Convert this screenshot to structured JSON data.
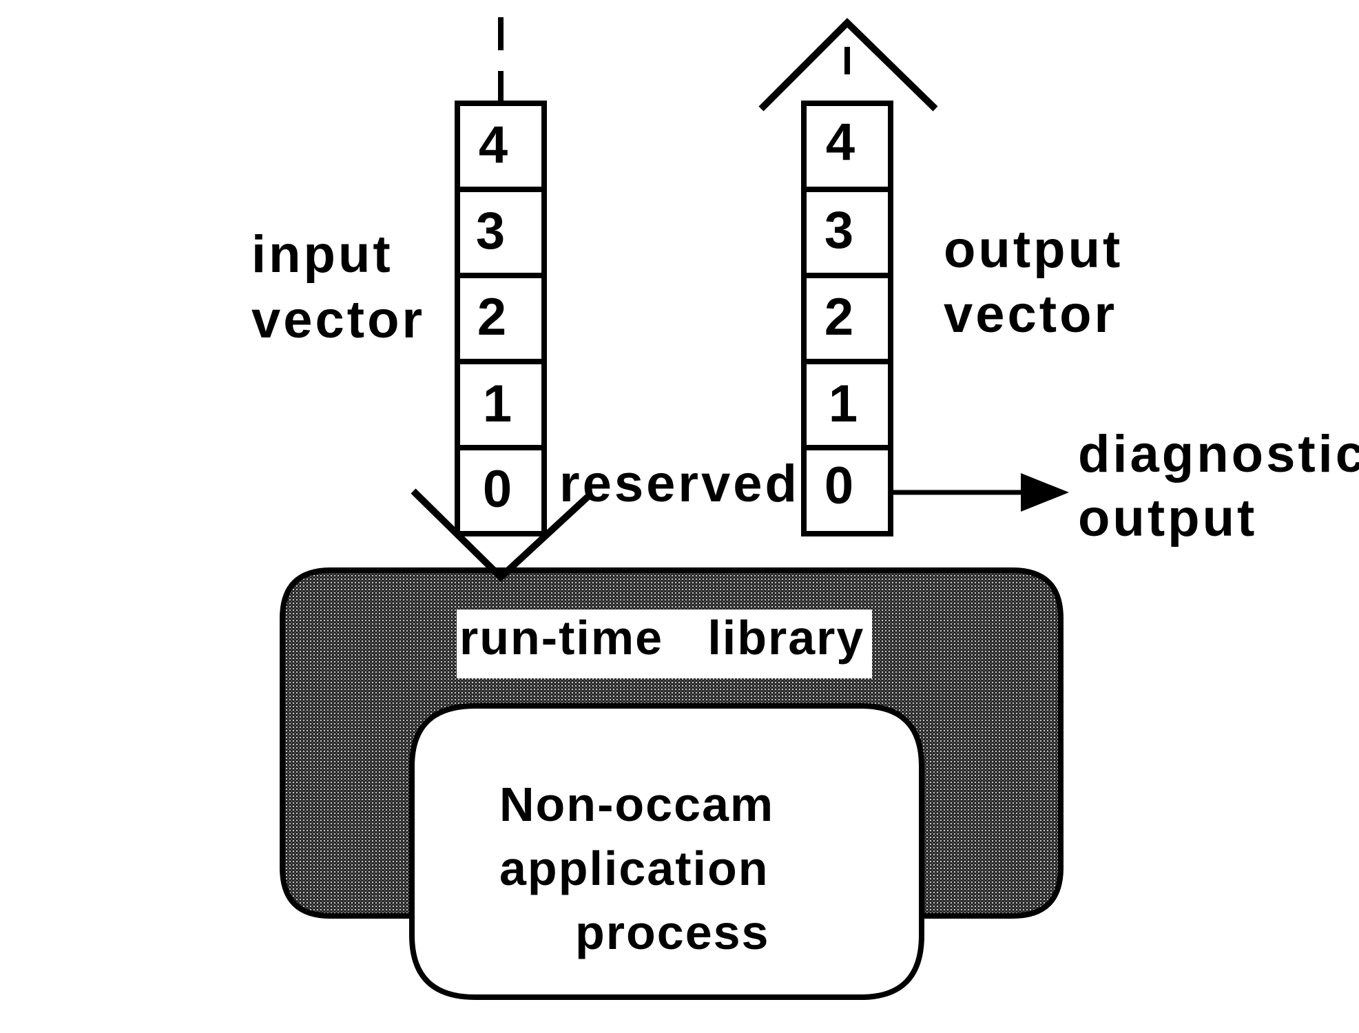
{
  "diagram": {
    "input_vector": {
      "label_line1": "input",
      "label_line2": "vector",
      "cells": [
        "4",
        "3",
        "2",
        "1",
        "0"
      ],
      "reserved_label": "reserved"
    },
    "output_vector": {
      "label_line1": "output",
      "label_line2": "vector",
      "cells": [
        "4",
        "3",
        "2",
        "1",
        "0"
      ]
    },
    "diagnostic": {
      "line1": "diagnostic",
      "line2": "output"
    },
    "runtime_library": "run-time   library",
    "application": {
      "line1": "Non-occam",
      "line2": "application",
      "line3": "process"
    },
    "colors": {
      "ink": "#000000",
      "dither_dark": "#2b2b2b",
      "dither_light": "#c8c8c8",
      "paper": "#ffffff"
    }
  }
}
